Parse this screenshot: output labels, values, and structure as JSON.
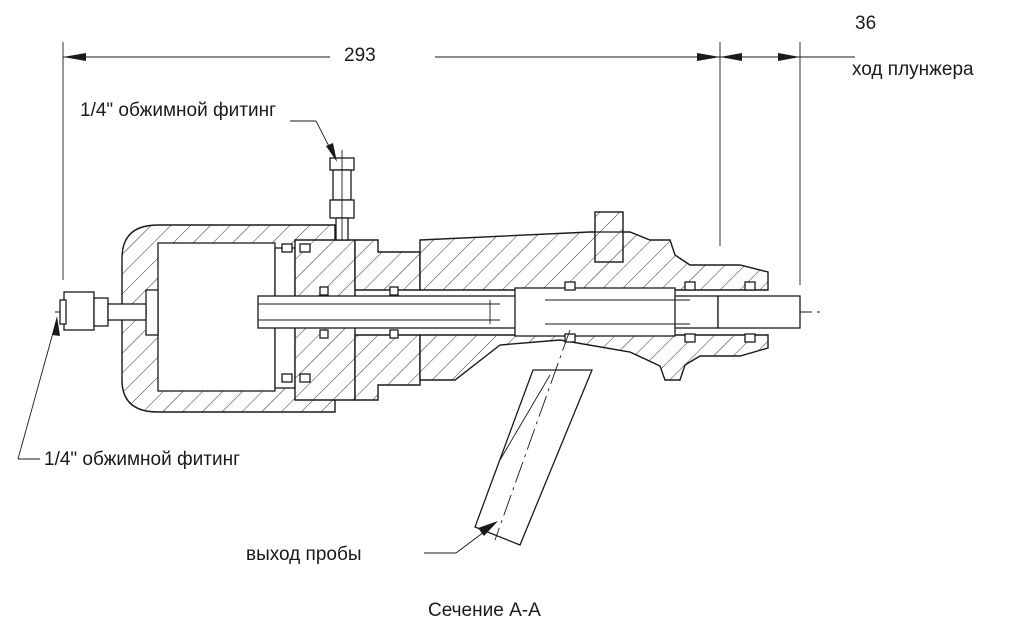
{
  "dimensions": {
    "total_length": "293",
    "plunger_stroke_value": "36",
    "plunger_stroke_label": "ход плунжера"
  },
  "callouts": {
    "top_fitting": "1/4\" обжимной фитинг",
    "left_fitting": "1/4\" обжимной фитинг",
    "sample_outlet": "выход пробы"
  },
  "caption": "Сечение А-А"
}
